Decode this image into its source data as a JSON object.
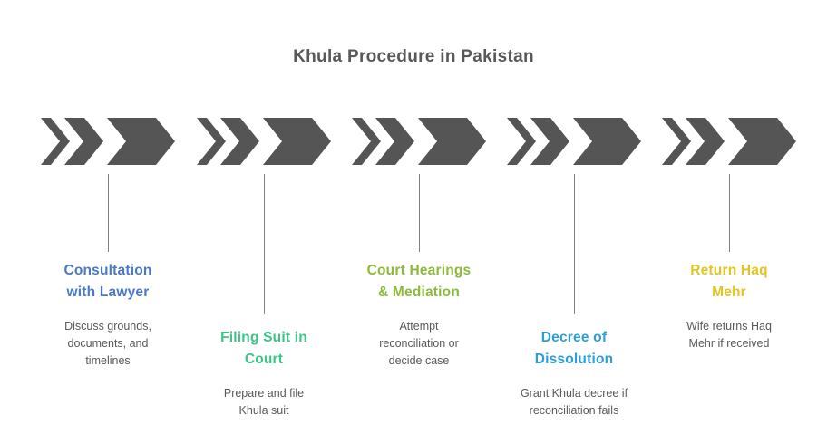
{
  "title": "Khula Procedure in Pakistan",
  "title_color": "#595959",
  "chevron_color": "#555555",
  "connector_color": "#808080",
  "description_color": "#595959",
  "background_color": "#ffffff",
  "steps": [
    {
      "title": "Consultation\nwith Lawyer",
      "description": "Discuss grounds,\ndocuments, and\ntimelines",
      "color": "#4879cc",
      "position": "high"
    },
    {
      "title": "Filing Suit in\nCourt",
      "description": "Prepare and file\nKhula suit",
      "color": "#3ec487",
      "position": "low"
    },
    {
      "title": "Court Hearings\n& Mediation",
      "description": "Attempt\nreconciliation or\ndecide case",
      "color": "#8cbb3a",
      "position": "high"
    },
    {
      "title": "Decree of\nDissolution",
      "description": "Grant Khula decree if\nreconciliation fails",
      "color": "#2d9fd6",
      "position": "low"
    },
    {
      "title": "Return Haq\nMehr",
      "description": "Wife returns Haq\nMehr if received",
      "color": "#e3c421",
      "position": "high"
    }
  ]
}
